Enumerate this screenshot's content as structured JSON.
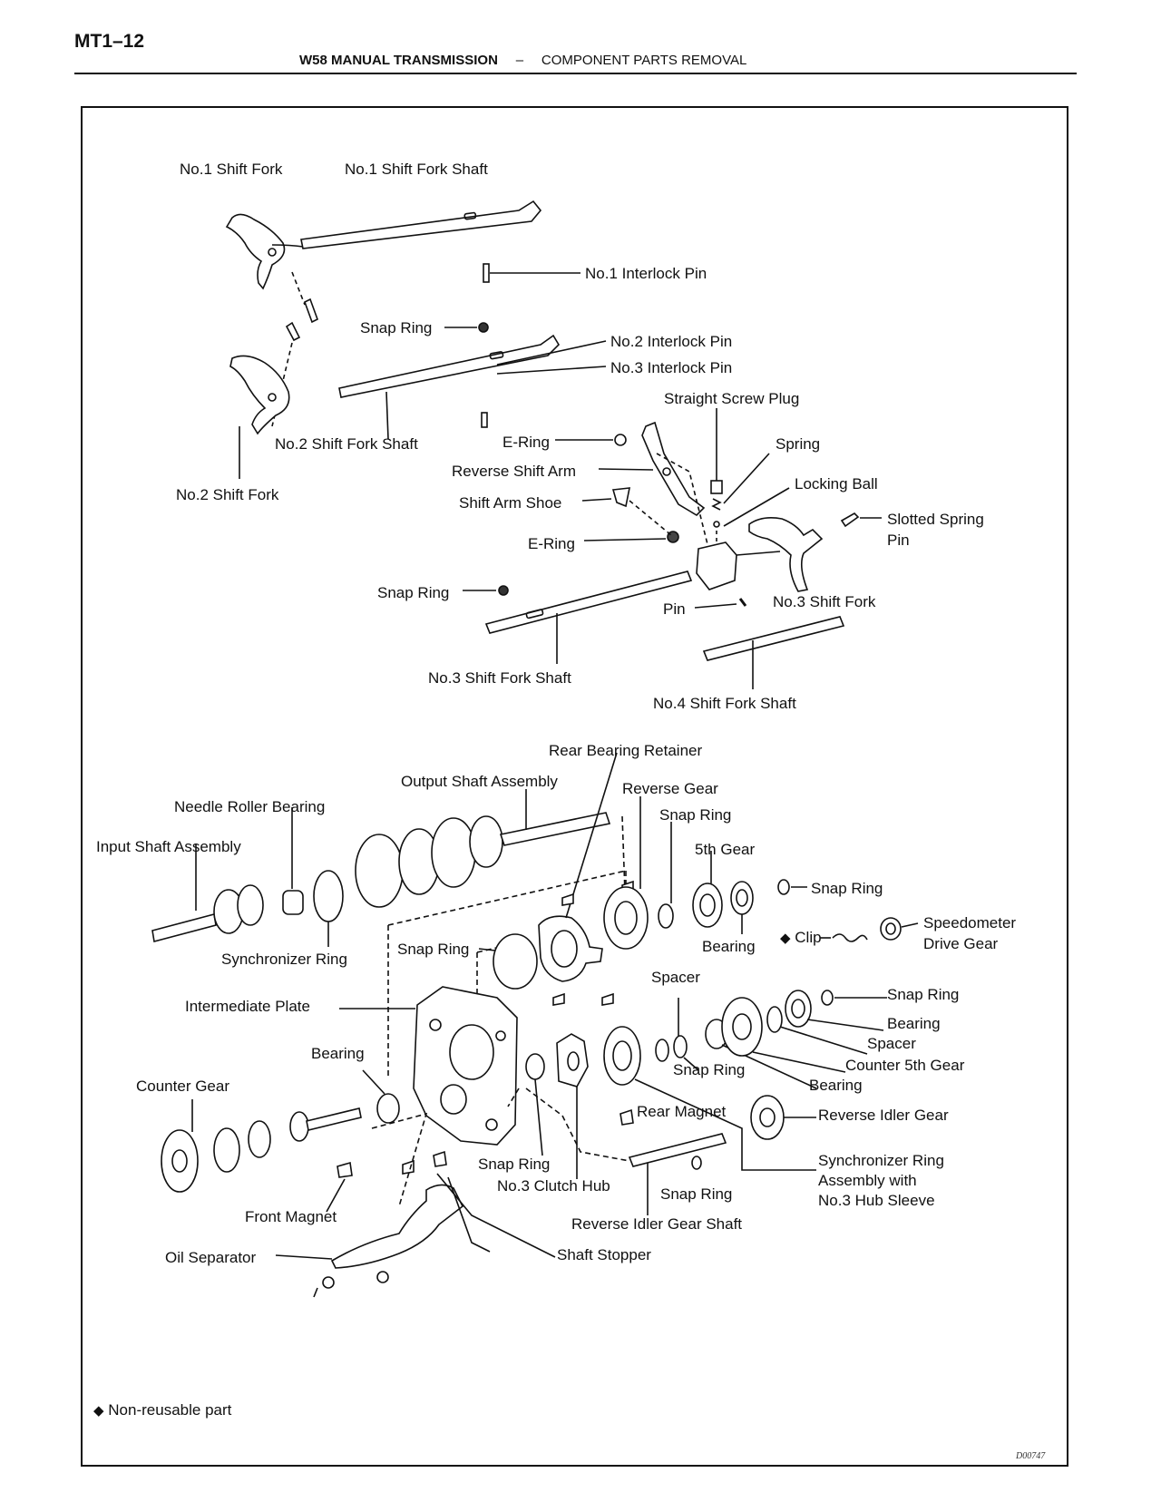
{
  "header": {
    "page_id": "MT1–12",
    "section": "W58 MANUAL TRANSMISSION",
    "separator": "–",
    "subsection": "COMPONENT PARTS REMOVAL"
  },
  "labels": {
    "no1_shift_fork": "No.1 Shift Fork",
    "no1_shift_fork_shaft": "No.1 Shift Fork Shaft",
    "no1_interlock_pin": "No.1 Interlock Pin",
    "snap_ring_1": "Snap Ring",
    "no2_interlock_pin": "No.2 Interlock Pin",
    "no3_interlock_pin": "No.3 Interlock Pin",
    "straight_screw_plug": "Straight Screw Plug",
    "no2_shift_fork_shaft": "No.2 Shift Fork Shaft",
    "e_ring_1": "E-Ring",
    "spring": "Spring",
    "reverse_shift_arm": "Reverse Shift Arm",
    "locking_ball": "Locking Ball",
    "no2_shift_fork": "No.2 Shift Fork",
    "shift_arm_shoe": "Shift Arm Shoe",
    "slotted_spring_pin_1": "Slotted Spring",
    "slotted_spring_pin_2": "Pin",
    "e_ring_2": "E-Ring",
    "snap_ring_2": "Snap Ring",
    "pin": "Pin",
    "no3_shift_fork": "No.3 Shift Fork",
    "no3_shift_fork_shaft": "No.3 Shift Fork Shaft",
    "no4_shift_fork_shaft": "No.4 Shift Fork Shaft",
    "rear_bearing_retainer": "Rear Bearing Retainer",
    "output_shaft_assembly": "Output Shaft Assembly",
    "reverse_gear": "Reverse Gear",
    "needle_roller_bearing": "Needle Roller Bearing",
    "snap_ring_3": "Snap Ring",
    "input_shaft_assembly": "Input Shaft Assembly",
    "fifth_gear": "5th Gear",
    "snap_ring_4": "Snap Ring",
    "clip": "Clip",
    "speedometer_drive_gear_1": "Speedometer",
    "speedometer_drive_gear_2": "Drive Gear",
    "bearing_1": "Bearing",
    "snap_ring_5": "Snap Ring",
    "synchronizer_ring": "Synchronizer Ring",
    "spacer_1": "Spacer",
    "intermediate_plate": "Intermediate Plate",
    "snap_ring_6": "Snap Ring",
    "bearing_2": "Bearing",
    "bearing_3": "Bearing",
    "spacer_2": "Spacer",
    "counter_5th_gear": "Counter 5th Gear",
    "snap_ring_7": "Snap Ring",
    "counter_gear": "Counter Gear",
    "bearing_4": "Bearing",
    "rear_magnet": "Rear Magnet",
    "reverse_idler_gear": "Reverse Idler Gear",
    "snap_ring_8": "Snap Ring",
    "synchronizer_ring_assembly_1": "Synchronizer Ring",
    "synchronizer_ring_assembly_2": "Assembly with",
    "synchronizer_ring_assembly_3": "No.3 Hub Sleeve",
    "no3_clutch_hub": "No.3 Clutch Hub",
    "snap_ring_9": "Snap Ring",
    "front_magnet": "Front Magnet",
    "reverse_idler_gear_shaft": "Reverse Idler Gear Shaft",
    "oil_separator": "Oil Separator",
    "shaft_stopper": "Shaft Stopper"
  },
  "markers": {
    "non_reusable_symbol": "◆"
  },
  "legend": {
    "symbol": "◆",
    "text": "Non-reusable part"
  },
  "figure_code": "D00747"
}
